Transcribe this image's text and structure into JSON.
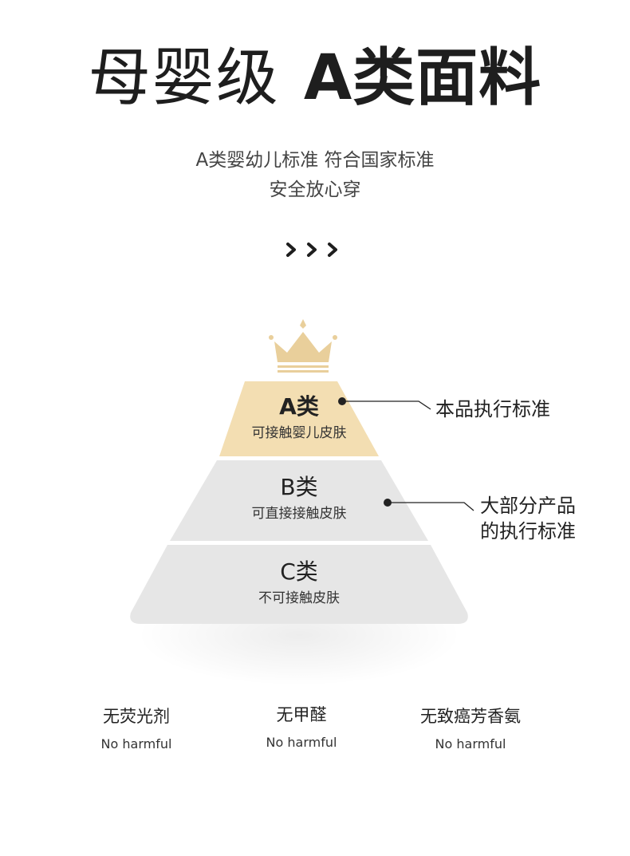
{
  "header": {
    "title_light": "母婴级",
    "title_bold": "A类面料",
    "subtitle_line1": "A类婴幼儿标准 符合国家标准",
    "subtitle_line2": "安全放心穿"
  },
  "icons": {
    "chevrons": "triple-chevron-right-icon",
    "crown": "crown-icon"
  },
  "pyramid": {
    "tiers": [
      {
        "label": "A类",
        "desc": "可接触婴儿皮肤",
        "color": "#f3deb2"
      },
      {
        "label": "B类",
        "desc": "可直接接触皮肤",
        "color": "#e6e6e6"
      },
      {
        "label": "C类",
        "desc": "不可接触皮肤",
        "color": "#e6e6e6"
      }
    ],
    "callouts": [
      {
        "lines": [
          "本品执行标准"
        ]
      },
      {
        "lines": [
          "大部分产品",
          "的执行标准"
        ]
      }
    ]
  },
  "features": [
    {
      "zh": "无荧光剂",
      "en": "No harmful"
    },
    {
      "zh": "无甲醛",
      "en": "No harmful"
    },
    {
      "zh": "无致癌芳香氨",
      "en": "No harmful"
    }
  ],
  "colors": {
    "gold": "#f3deb2",
    "crown": "#e9cf9b",
    "grey": "#e6e6e6",
    "text": "#222222"
  }
}
